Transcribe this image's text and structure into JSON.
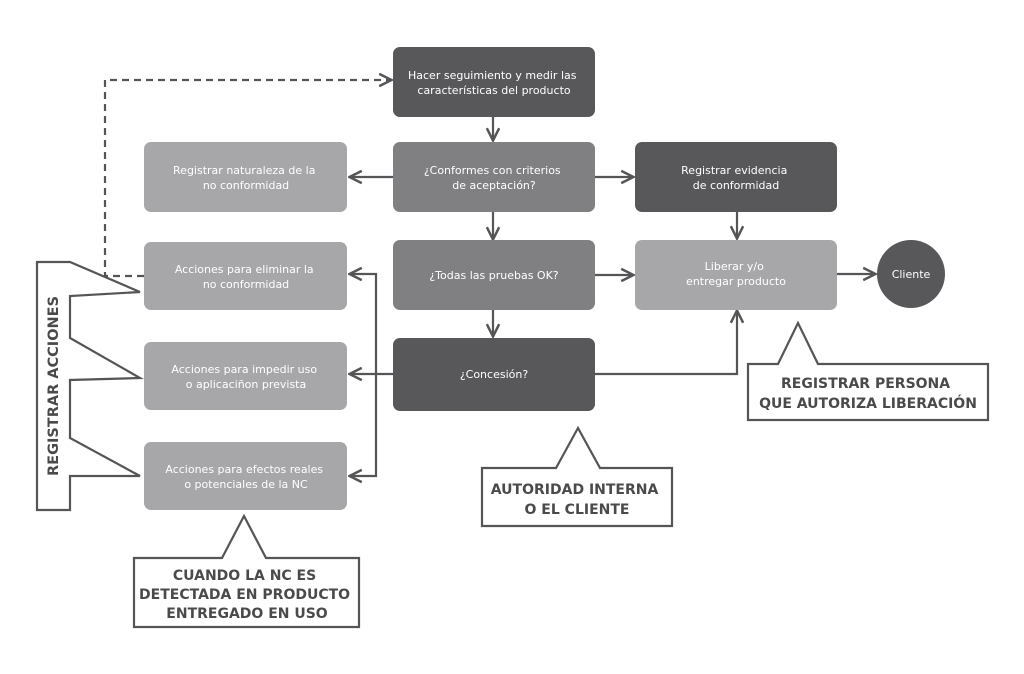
{
  "colors": {
    "dark": "#58585a",
    "mid": "#808082",
    "light": "#a7a7a9",
    "line": "#555555",
    "callout_border": "#555555",
    "callout_text": "#4a4a4a",
    "white": "#ffffff"
  },
  "nodes": {
    "seguimiento": [
      "Hacer seguimiento y medir las",
      "características del producto"
    ],
    "conformes": [
      "¿Conformes con criterios",
      "de aceptación?"
    ],
    "registrar_nc": [
      "Registrar naturaleza de la",
      "no conformidad"
    ],
    "registrar_evidencia": [
      "Registrar evidencia",
      "de conformidad"
    ],
    "todas_pruebas": [
      "¿Todas las pruebas OK?"
    ],
    "liberar": [
      "Liberar y/o",
      "entregar producto"
    ],
    "cliente": [
      "Cliente"
    ],
    "eliminar": [
      "Acciones para eliminar la",
      "no conformidad"
    ],
    "impedir": [
      "Acciones para impedir uso",
      "o aplicaciñon prevista"
    ],
    "efectos": [
      "Acciones para efectos reales",
      "o potenciales de la NC"
    ],
    "concesion": [
      "¿Concesión?"
    ]
  },
  "callouts": {
    "registrar_acciones": "REGISTRAR ACCIONES",
    "autoridad": [
      "AUTORIDAD INTERNA",
      "O EL CLIENTE"
    ],
    "registrar_persona": [
      "REGISTRAR PERSONA",
      "QUE AUTORIZA LIBERACIÓN"
    ],
    "cuando_nc": [
      "CUANDO LA NC ES",
      "DETECTADA EN PRODUCTO",
      "ENTREGADO EN USO"
    ]
  }
}
